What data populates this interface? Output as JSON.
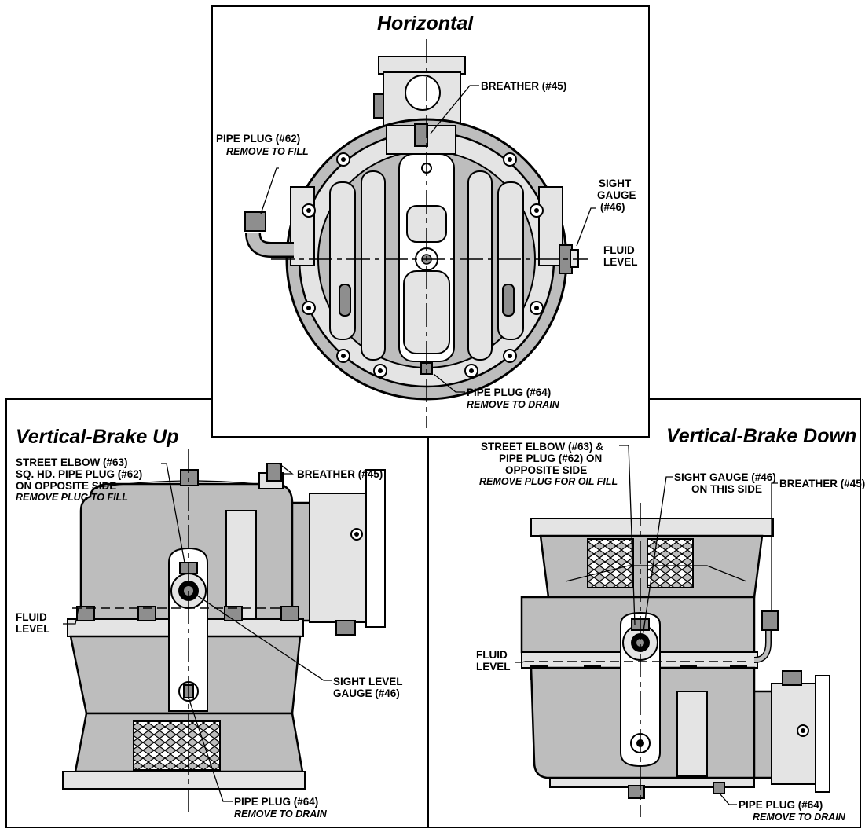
{
  "panels": {
    "horizontal": {
      "title": "Horizontal",
      "labels": {
        "breather": "BREATHER (#45)",
        "pipe_plug_fill": "PIPE PLUG (#62)",
        "pipe_plug_fill_note": "REMOVE TO FILL",
        "sight_gauge_1": "SIGHT",
        "sight_gauge_2": "GAUGE",
        "sight_gauge_3": "(#46)",
        "fluid_level_1": "FLUID",
        "fluid_level_2": "LEVEL",
        "pipe_plug_drain": "PIPE PLUG (#64)",
        "pipe_plug_drain_note": "REMOVE TO DRAIN"
      }
    },
    "vertical_up": {
      "title": "Vertical-Brake Up",
      "labels": {
        "street_elbow_1": "STREET ELBOW (#63)",
        "street_elbow_2": "SQ. HD. PIPE PLUG (#62)",
        "street_elbow_3": "ON OPPOSITE SIDE",
        "street_elbow_note": "REMOVE PLUG TO FILL",
        "breather": "BREATHER (#45)",
        "fluid_level_1": "FLUID",
        "fluid_level_2": "LEVEL",
        "sight_level_1": "SIGHT LEVEL",
        "sight_level_2": "GAUGE (#46)",
        "pipe_plug_drain": "PIPE PLUG (#64)",
        "pipe_plug_drain_note": "REMOVE TO DRAIN"
      }
    },
    "vertical_down": {
      "title": "Vertical-Brake Down",
      "labels": {
        "street_elbow_1": "STREET ELBOW (#63) &",
        "street_elbow_2": "PIPE PLUG (#62) ON",
        "street_elbow_3": "OPPOSITE SIDE",
        "street_elbow_note": "REMOVE PLUG FOR OIL FILL",
        "sight_gauge_1": "SIGHT GAUGE (#46)",
        "sight_gauge_2": "ON THIS SIDE",
        "breather": "BREATHER (#45)",
        "fluid_level_1": "FLUID",
        "fluid_level_2": "LEVEL",
        "pipe_plug_drain": "PIPE PLUG (#64)",
        "pipe_plug_drain_note": "REMOVE TO DRAIN"
      }
    }
  }
}
